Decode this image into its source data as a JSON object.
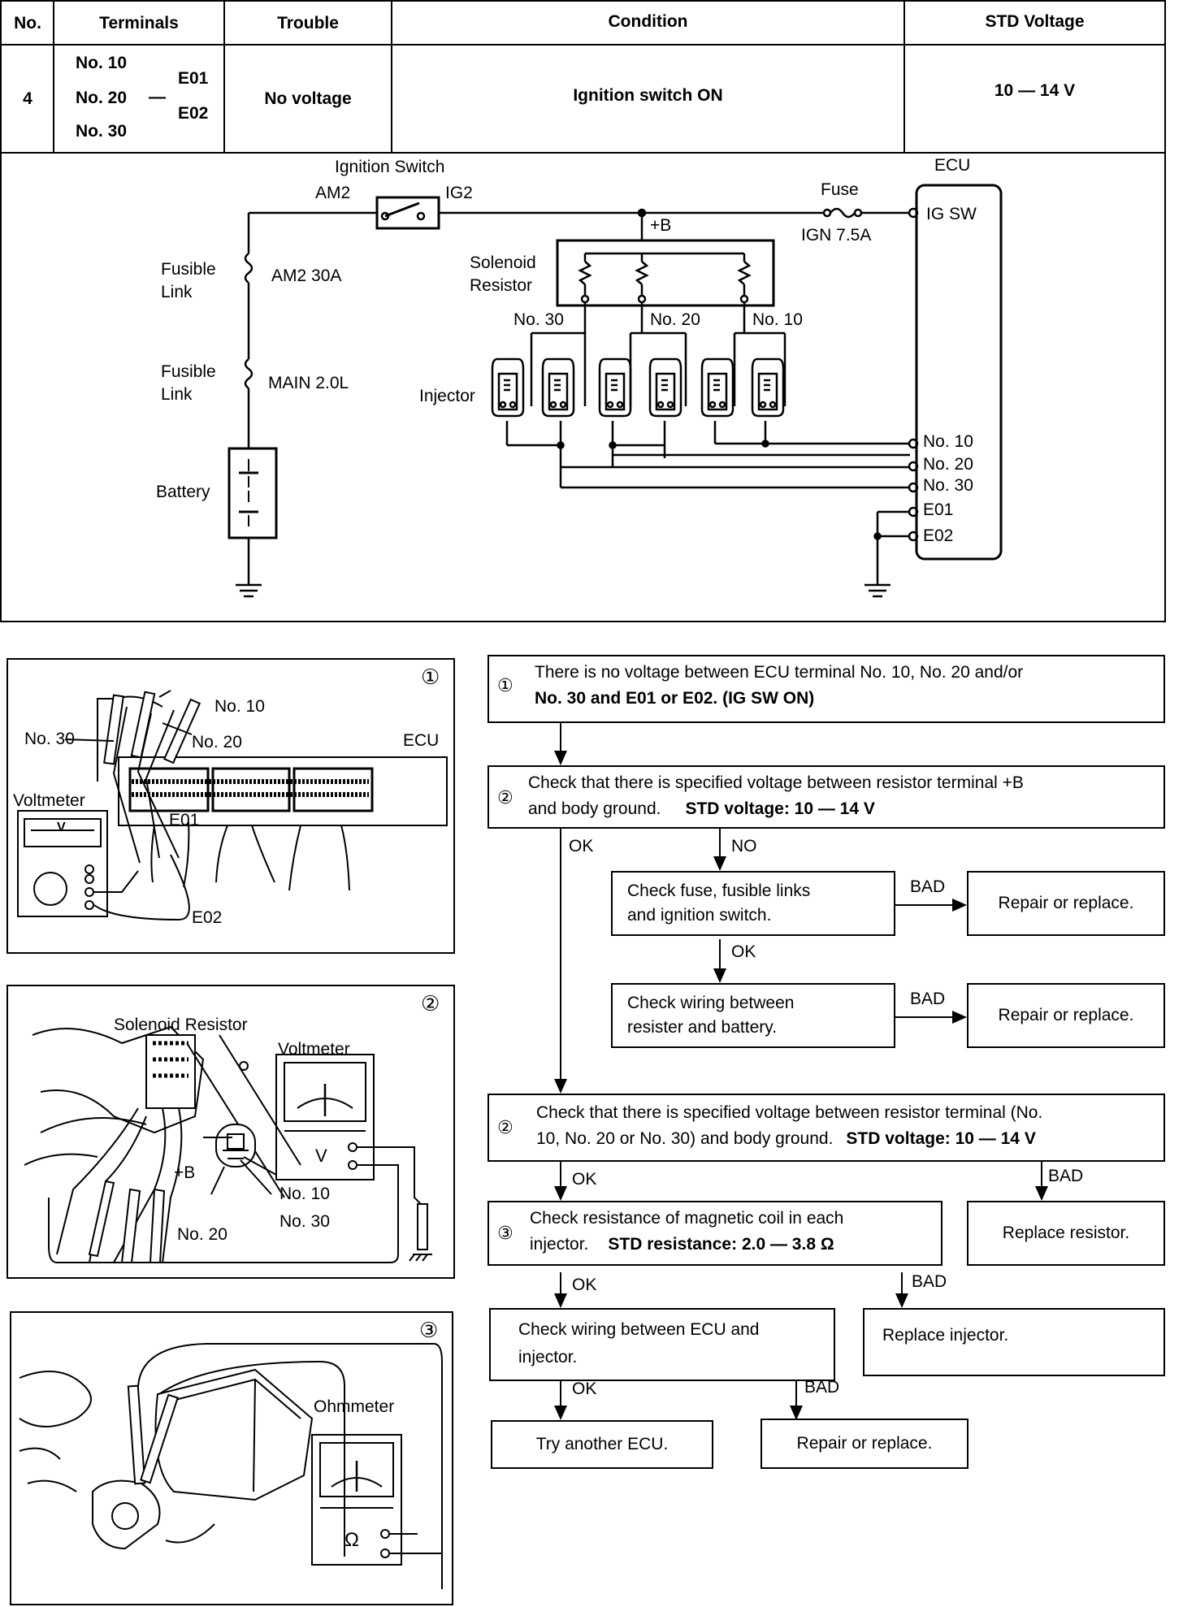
{
  "table": {
    "headers": [
      "No.",
      "Terminals",
      "Trouble",
      "Condition",
      "STD Voltage"
    ],
    "row": {
      "no": "4",
      "terminals_left": [
        "No. 10",
        "No. 20",
        "No. 30"
      ],
      "dash": "—",
      "terminals_right": [
        "E01",
        "E02"
      ],
      "trouble": "No voltage",
      "condition": "Ignition switch ON",
      "std_voltage": "10 — 14 V"
    }
  },
  "circuit": {
    "ignition_switch": "Ignition Switch",
    "am2": "AM2",
    "ig2": "IG2",
    "plus_b": "+B",
    "fuse": "Fuse",
    "ign_fuse": "IGN 7.5A",
    "ecu": "ECU",
    "ig_sw": "IG SW",
    "fusible_link_1": [
      "Fusible",
      "Link"
    ],
    "am2_30a": "AM2 30A",
    "fusible_link_2": [
      "Fusible",
      "Link"
    ],
    "main_20l": "MAIN 2.0L",
    "battery": "Battery",
    "solenoid_resistor": [
      "Solenoid",
      "Resistor"
    ],
    "injector": "Injector",
    "no30": "No. 30",
    "no20": "No. 20",
    "no10": "No. 10",
    "ecu_terminals": [
      "No. 10",
      "No. 20",
      "No. 30",
      "E01",
      "E02"
    ]
  },
  "figures": {
    "fig1": {
      "num": "①",
      "no10": "No. 10",
      "no30": "No. 30",
      "no20": "No. 20",
      "ecu": "ECU",
      "voltmeter": "Voltmeter",
      "e01": "E01",
      "e02": "E02",
      "meter_v": "V"
    },
    "fig2": {
      "num": "②",
      "solenoid_resistor": "Solenoid Resistor",
      "voltmeter": "Voltmeter",
      "plus_b": "+B",
      "no10": "No. 10",
      "no30": "No. 30",
      "no20": "No. 20",
      "meter_v": "V"
    },
    "fig3": {
      "num": "③",
      "ohmmeter": "Ohmmeter",
      "meter_ohm": "Ω"
    }
  },
  "flowchart": {
    "step1": {
      "num": "①",
      "line1": "There is no voltage between ECU terminal No. 10, No. 20 and/or",
      "line2": "No. 30 and E01 or E02.  (IG SW ON)"
    },
    "step2a": {
      "num": "②",
      "line1": "Check that there is specified voltage between resistor terminal +B",
      "line2a": "and body ground.",
      "line2b": "STD voltage:  10 — 14 V"
    },
    "ok1": "OK",
    "no1": "NO",
    "check_fuse": {
      "line1": "Check fuse, fusible links",
      "line2": "and ignition switch."
    },
    "bad1": "BAD",
    "repair1": "Repair or replace.",
    "ok2": "OK",
    "check_wiring_batt": {
      "line1": "Check wiring between",
      "line2": "resister and battery."
    },
    "bad2": "BAD",
    "repair2": "Repair or replace.",
    "step2b": {
      "num": "②",
      "line1": "Check that there is specified voltage between resistor terminal (No.",
      "line2a": "10, No. 20 or No. 30) and body ground.",
      "line2b": "STD voltage:  10 — 14 V"
    },
    "ok3": "OK",
    "bad3": "BAD",
    "replace_resistor": "Replace resistor.",
    "step3": {
      "num": "③",
      "line1": "Check resistance of magnetic coil in each",
      "line2a": "injector.",
      "line2b": "STD resistance:  2.0 — 3.8 Ω"
    },
    "ok4": "OK",
    "bad4": "BAD",
    "replace_injector": "Replace injector.",
    "check_wiring_ecu": {
      "line1": "Check wiring between ECU and",
      "line2": "injector."
    },
    "ok5": "OK",
    "bad5": "BAD",
    "try_ecu": "Try another ECU.",
    "repair3": "Repair or replace."
  }
}
